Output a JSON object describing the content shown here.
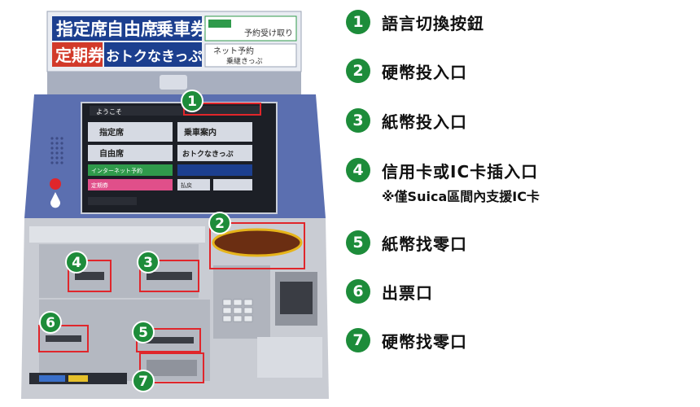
{
  "machine": {
    "header_row1": [
      "指定席",
      "自由席",
      "乗車券"
    ],
    "header_row2": [
      "定期券",
      "おトクなきっぷ"
    ],
    "side_panel": {
      "line1": "予約受け取り",
      "line2": "ネット予約",
      "line3": "乗継きっぷ"
    },
    "screen_title": "ようこそ",
    "screen_buttons": [
      {
        "label": "指定席",
        "color": "#2c2f33"
      },
      {
        "label": "乗車案内",
        "color": "#2c2f33"
      },
      {
        "label": "自由席",
        "color": "#2c2f33"
      },
      {
        "label": "おトクなきっぷ",
        "color": "#2c2f33"
      }
    ],
    "screen_small_buttons": [
      "インターネット予約",
      "定期券",
      "払戻"
    ],
    "callouts": [
      "1",
      "2",
      "3",
      "4",
      "5",
      "6",
      "7"
    ]
  },
  "legend": {
    "items": [
      {
        "num": "1",
        "text": "語言切換按鈕"
      },
      {
        "num": "2",
        "text": "硬幣投入口"
      },
      {
        "num": "3",
        "text": "紙幣投入口"
      },
      {
        "num": "4",
        "text": "信用卡或IC卡插入口"
      },
      {
        "num": "5",
        "text": "紙幣找零口"
      },
      {
        "num": "6",
        "text": "出票口"
      },
      {
        "num": "7",
        "text": "硬幣找零口"
      }
    ],
    "note": "※僅Suica區間內支援IC卡"
  },
  "colors": {
    "callout_green": "#1d8c3a",
    "highlight_red": "#e0262b",
    "machine_blue": "#5b6fb0",
    "header_navy": "#1c3f8f"
  }
}
